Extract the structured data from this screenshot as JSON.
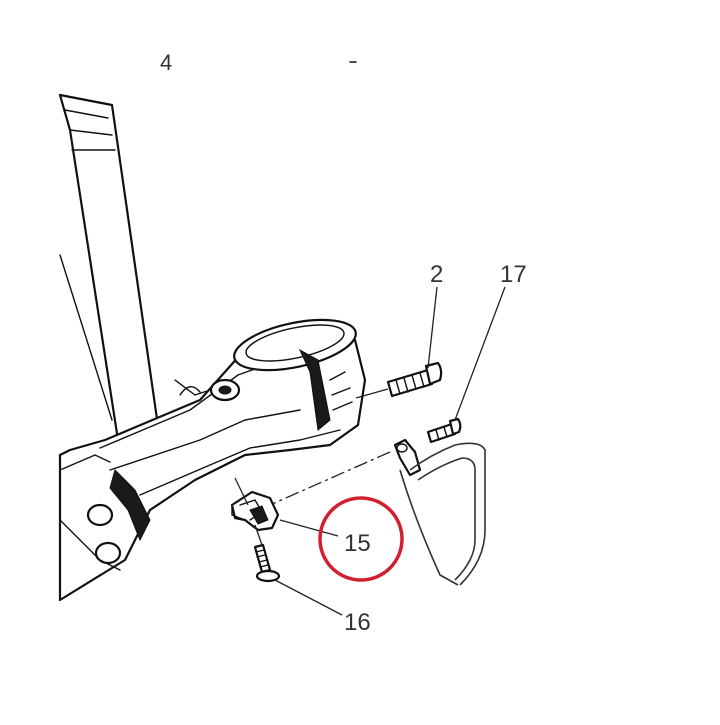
{
  "labels": {
    "top_partial": "4",
    "bolt_2": "2",
    "screw_17": "17",
    "clip_15": "15",
    "screw_16": "16"
  },
  "highlight": {
    "target": "15",
    "color": "#d2202f"
  }
}
